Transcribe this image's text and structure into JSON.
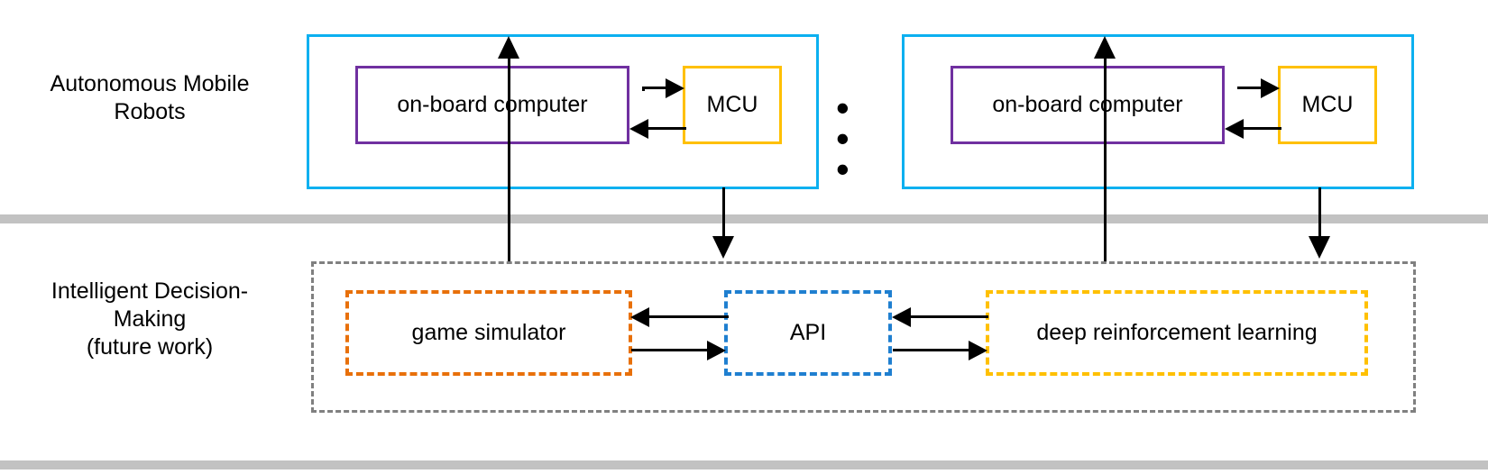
{
  "diagram": {
    "title": "",
    "colors": {
      "robot_outline": "#0cb0f0",
      "on_board_computer_outline": "#7030a0",
      "mcu_outline": "#ffc000",
      "game_simulator_outline": "#e8700a",
      "api_outline": "#1f7fd0",
      "drl_outline": "#ffc000",
      "container_outline": "#808080",
      "divider": "#c2c2c2",
      "arrow": "#000000",
      "background": "#ffffff"
    }
  },
  "sections": {
    "top": {
      "label": "Autonomous Mobile\nRobots",
      "label_line1": "Autonomous Mobile",
      "label_line2": "Robots",
      "robots": [
        {
          "name": "robot-1",
          "on_board_computer": "on-board computer",
          "mcu": "MCU"
        },
        {
          "name": "robot-2",
          "on_board_computer": "on-board computer",
          "mcu": "MCU"
        }
      ],
      "ellipsis": "• • •"
    },
    "bottom": {
      "label_line1": "Intelligent Decision-",
      "label_line2": "Making",
      "label_line3": "(future work)",
      "boxes": [
        {
          "name": "game-simulator",
          "label": "game simulator"
        },
        {
          "name": "api",
          "label": "API"
        },
        {
          "name": "deep-reinforcement-learning",
          "label": "deep reinforcement learning"
        }
      ]
    }
  },
  "connections": [
    {
      "from": "on-board computer",
      "to": "MCU",
      "direction": "right",
      "robot": 1
    },
    {
      "from": "MCU",
      "to": "on-board computer",
      "direction": "left",
      "robot": 1
    },
    {
      "from": "on-board computer",
      "to": "MCU",
      "direction": "right",
      "robot": 2
    },
    {
      "from": "MCU",
      "to": "on-board computer",
      "direction": "left",
      "robot": 2
    },
    {
      "from": "Intelligent Decision-Making",
      "to": "robot-1",
      "direction": "up"
    },
    {
      "from": "robot-1",
      "to": "Intelligent Decision-Making",
      "direction": "down"
    },
    {
      "from": "Intelligent Decision-Making",
      "to": "robot-2",
      "direction": "up"
    },
    {
      "from": "robot-2",
      "to": "Intelligent Decision-Making",
      "direction": "down"
    },
    {
      "from": "API",
      "to": "game simulator",
      "direction": "left"
    },
    {
      "from": "game simulator",
      "to": "API",
      "direction": "right"
    },
    {
      "from": "deep reinforcement learning",
      "to": "API",
      "direction": "left"
    },
    {
      "from": "API",
      "to": "deep reinforcement learning",
      "direction": "right"
    }
  ]
}
